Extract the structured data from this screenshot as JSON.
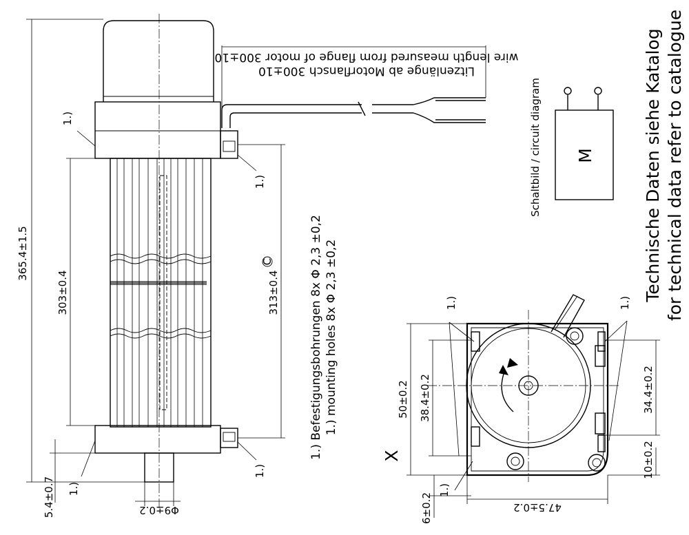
{
  "drawing": {
    "dimensions": {
      "overall_length": "365.4±1.5",
      "fan_length": "303±0.4",
      "flange_distance": "313±0.4",
      "shaft_offset": "5.4±0.7",
      "shaft_diameter": "Φ9±0.2",
      "height_outer": "50±0.2",
      "holes_spacing_left": "38.4±0.2",
      "holes_spacing_right": "34.4±0.2",
      "bottom_offset": "10±0.2",
      "left_offset": "6±0.2",
      "width": "47.5±0.2"
    },
    "wire_note": {
      "de": "Litzenlänge ab Motorflansch 300±10",
      "en": "wire length measured from flange of motor 300±10"
    },
    "mounting_note": {
      "de": "1.) Befestigungsbohrungen 8x Φ 2,3 ±0,2",
      "en": "1.) mounting holes 8x Φ 2,3 ±0,2"
    },
    "ref_label": "1.)",
    "circle_symbol": "C",
    "view_label": "X",
    "circuit": {
      "title": "Schaltbild / circuit diagram",
      "motor_symbol": "M"
    },
    "tech_data": {
      "de": "Technische Daten siehe Katalog",
      "en": "for technical data refer to catalogue"
    }
  }
}
